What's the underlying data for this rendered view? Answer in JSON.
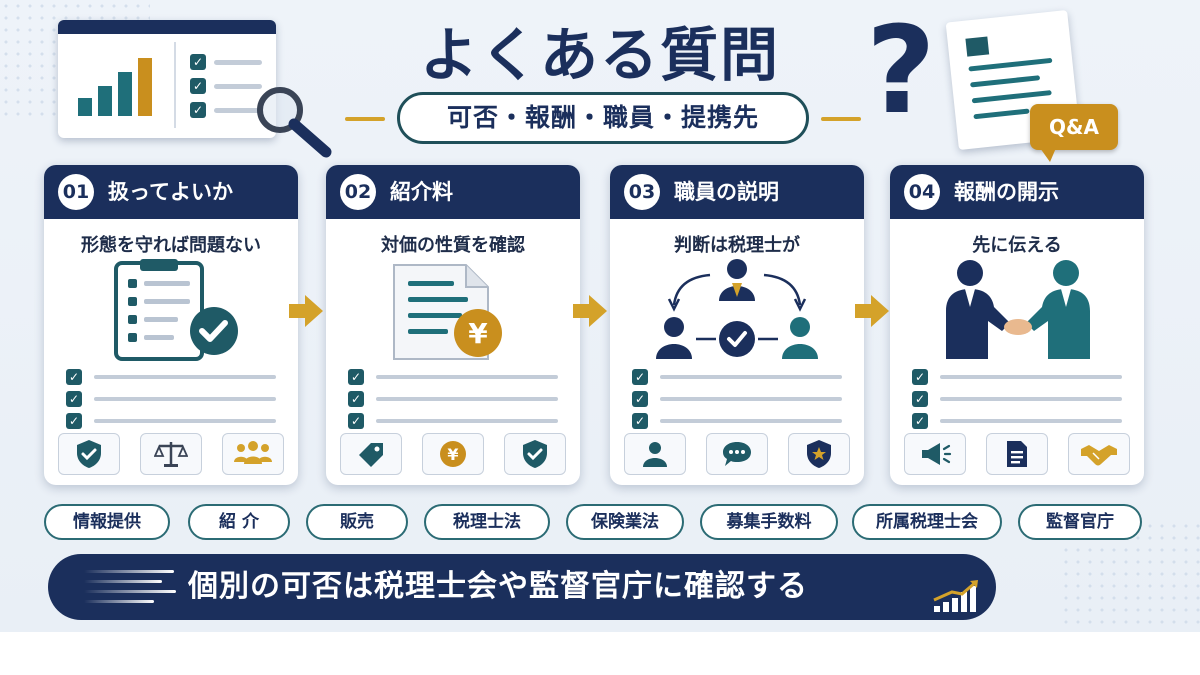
{
  "title": "よくある質問",
  "subtitle": "可否・報酬・職員・提携先",
  "qa_badge": "Q&A",
  "cards": [
    {
      "num": "01",
      "title": "扱ってよいか",
      "desc": "形態を守れば問題ない"
    },
    {
      "num": "02",
      "title": "紹介料",
      "desc": "対価の性質を確認"
    },
    {
      "num": "03",
      "title": "職員の説明",
      "desc": "判断は税理士が"
    },
    {
      "num": "04",
      "title": "報酬の開示",
      "desc": "先に伝える"
    }
  ],
  "currency_symbol": "¥",
  "tags": [
    "情報提供",
    "紹 介",
    "販売",
    "税理士法",
    "保険業法",
    "募集手数料",
    "所属税理士会",
    "監督官庁"
  ],
  "banner": "個別の可否は税理士会や監督官庁に確認する",
  "colors": {
    "navy": "#1b2f5c",
    "teal": "#1f5a66",
    "gold": "#d4a22a"
  }
}
